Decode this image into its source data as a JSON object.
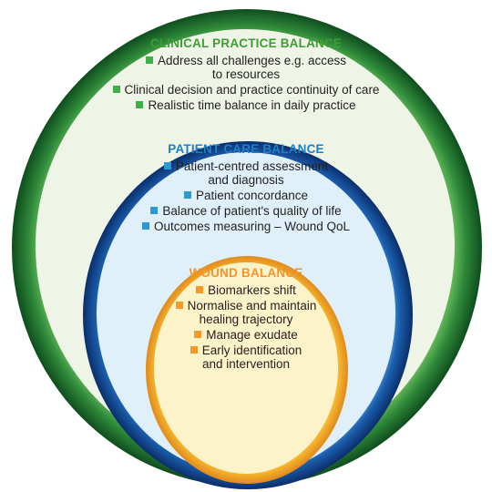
{
  "clinical": {
    "title": "CLINICAL PRACTICE BALANCE",
    "items": [
      [
        "Address all challenges e.g. access",
        "to resources"
      ],
      [
        "Clinical decision and practice continuity of care"
      ],
      [
        "Realistic time balance in daily practice"
      ]
    ],
    "color": "#2f8a3a"
  },
  "patient": {
    "title": "PATIENT CARE BALANCE",
    "items": [
      [
        "Patient-centred assessment",
        "and diagnosis"
      ],
      [
        "Patient concordance"
      ],
      [
        "Balance of patient's quality of life"
      ],
      [
        "Outcomes measuring – Wound QoL"
      ]
    ],
    "color": "#1b5fae"
  },
  "wound": {
    "title": "WOUND BALANCE",
    "items": [
      [
        "Biomarkers shift"
      ],
      [
        "Normalise and maintain",
        "healing trajectory"
      ],
      [
        "Manage exudate"
      ],
      [
        "Early identification",
        "and intervention"
      ]
    ],
    "color": "#f2a62c"
  }
}
